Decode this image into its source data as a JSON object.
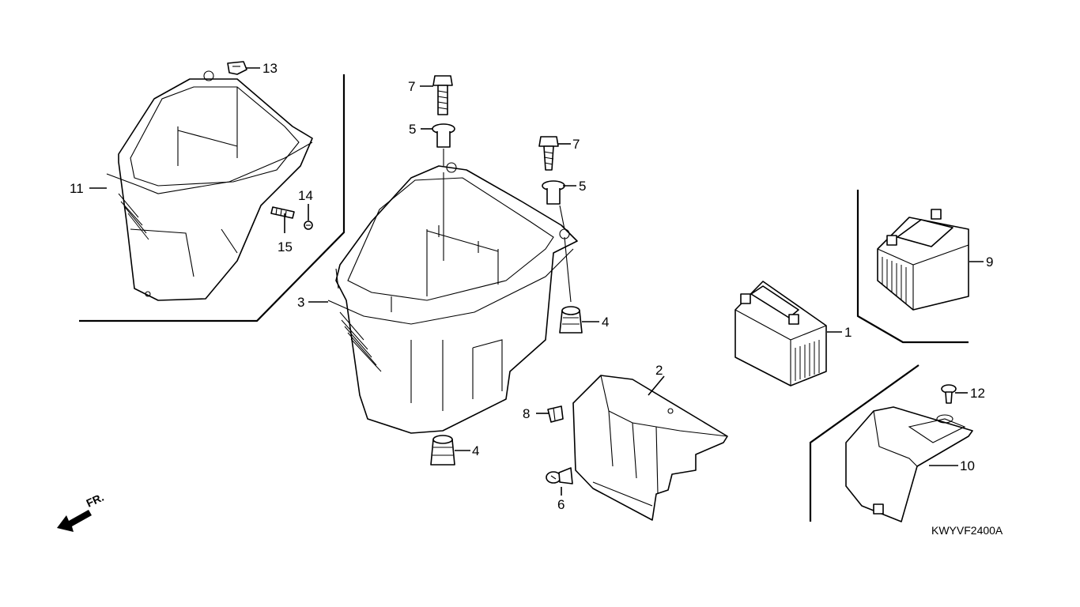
{
  "diagram": {
    "drawing_code": "KWYVF2400A",
    "direction_label": "FR.",
    "callouts": {
      "c1": "1",
      "c2": "2",
      "c3": "3",
      "c4a": "4",
      "c4b": "4",
      "c5a": "5",
      "c5b": "5",
      "c6": "6",
      "c7a": "7",
      "c7b": "7",
      "c8": "8",
      "c9": "9",
      "c10": "10",
      "c11": "11",
      "c12": "12",
      "c13": "13",
      "c14": "14",
      "c15": "15"
    },
    "parts": [
      {
        "ref": "1",
        "icon": "battery-icon"
      },
      {
        "ref": "2",
        "icon": "battery-cover-icon"
      },
      {
        "ref": "3",
        "icon": "luggage-box-icon"
      },
      {
        "ref": "4",
        "icon": "rubber-cushion-icon"
      },
      {
        "ref": "5",
        "icon": "collar-icon"
      },
      {
        "ref": "6",
        "icon": "trim-clip-icon"
      },
      {
        "ref": "7",
        "icon": "flange-bolt-icon"
      },
      {
        "ref": "8",
        "icon": "clip-icon"
      },
      {
        "ref": "9",
        "icon": "battery-icon"
      },
      {
        "ref": "10",
        "icon": "battery-cover-icon"
      },
      {
        "ref": "11",
        "icon": "luggage-box-icon"
      },
      {
        "ref": "12",
        "icon": "screw-icon"
      },
      {
        "ref": "13",
        "icon": "clip-icon"
      },
      {
        "ref": "14",
        "icon": "screw-icon"
      },
      {
        "ref": "15",
        "icon": "spring-icon"
      }
    ]
  }
}
